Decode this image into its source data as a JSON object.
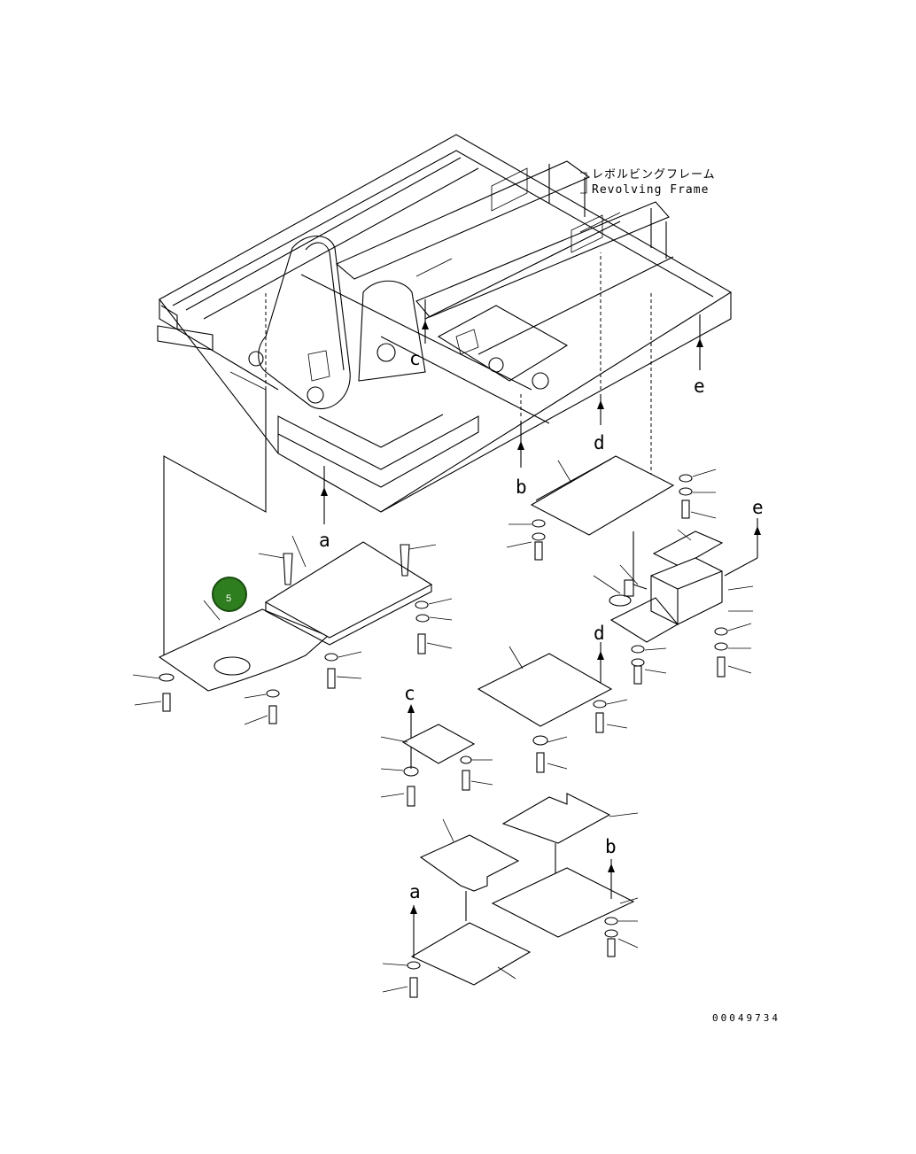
{
  "frame_label": {
    "line1": "レボルビングフレーム",
    "line2": "Revolving Frame"
  },
  "callout": {
    "number": "5",
    "color": "#2e7d1f",
    "ring_color": "#1a4d10"
  },
  "arrow_labels": {
    "a": "a",
    "b": "b",
    "c": "c",
    "d": "d",
    "e": "e"
  },
  "document_id": "00049734"
}
